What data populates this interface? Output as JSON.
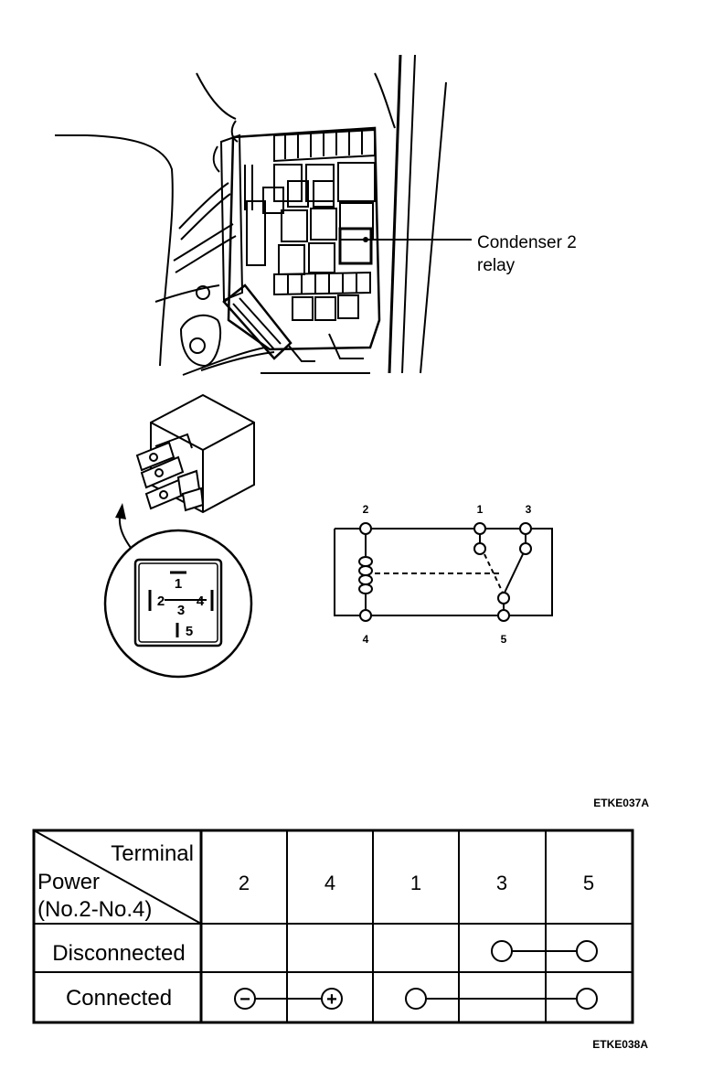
{
  "callout": {
    "line1": "Condenser 2",
    "line2": "relay"
  },
  "schematic_pins": {
    "p2": "2",
    "p1": "1",
    "p3": "3",
    "p4": "4",
    "p5": "5"
  },
  "inset_pins": {
    "p1": "1",
    "p2": "2",
    "p3": "3",
    "p4": "4",
    "p5": "5"
  },
  "figure_codes": {
    "upper": "ETKE037A",
    "lower": "ETKE038A"
  },
  "table": {
    "header_terminal": "Terminal",
    "header_power": "Power",
    "header_power_sub": "(No.2-No.4)",
    "columns": [
      "2",
      "4",
      "1",
      "3",
      "5"
    ],
    "rows": [
      {
        "label": "Disconnected"
      },
      {
        "label": "Connected"
      }
    ],
    "minus_symbol": "−",
    "plus_symbol": "+"
  }
}
